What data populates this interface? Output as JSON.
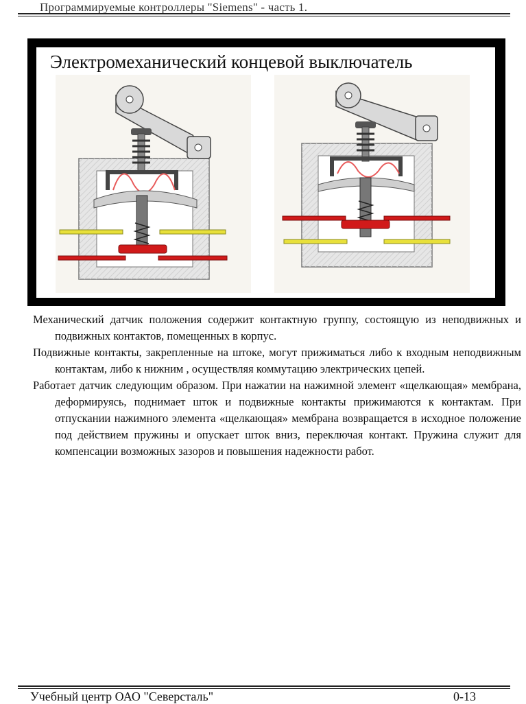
{
  "header": {
    "text": "Программируемые контроллеры \"Siemens\" - часть 1."
  },
  "slide": {
    "title": "Электромеханический концевой выключатель",
    "colors": {
      "body_fill": "#e4e4e4",
      "body_hatch": "#cfcfcf",
      "red_contacts": "#d11a1a",
      "yellow_contacts": "#e8e03a",
      "spring_membrane": "#e85a5a",
      "dark_parts": "#555555"
    }
  },
  "paragraphs": [
    "Механический датчик положения содержит контактную группу, состоящую из неподвижных и подвижных контактов, помещенных в корпус.",
    "Подвижные контакты, закрепленные на штоке, могут прижиматься либо к входным неподвижным контактам, либо к нижним , осуществляя коммутацию электрических цепей.",
    "Работает датчик следующим образом. При нажатии на нажимной элемент «щелкающая» мембрана, деформируясь, поднимает шток и подвижные контакты прижимаются к контактам. При отпускании нажимного элемента «щелкающая» мембрана возвращается в исходное положение под действием пружины и опускает шток вниз, переключая контакт. Пружина служит для компенсации возможных зазоров и повышения надежности работ."
  ],
  "footer": {
    "left": "Учебный центр ОАО \"Северсталь\"",
    "right": "0-13"
  }
}
